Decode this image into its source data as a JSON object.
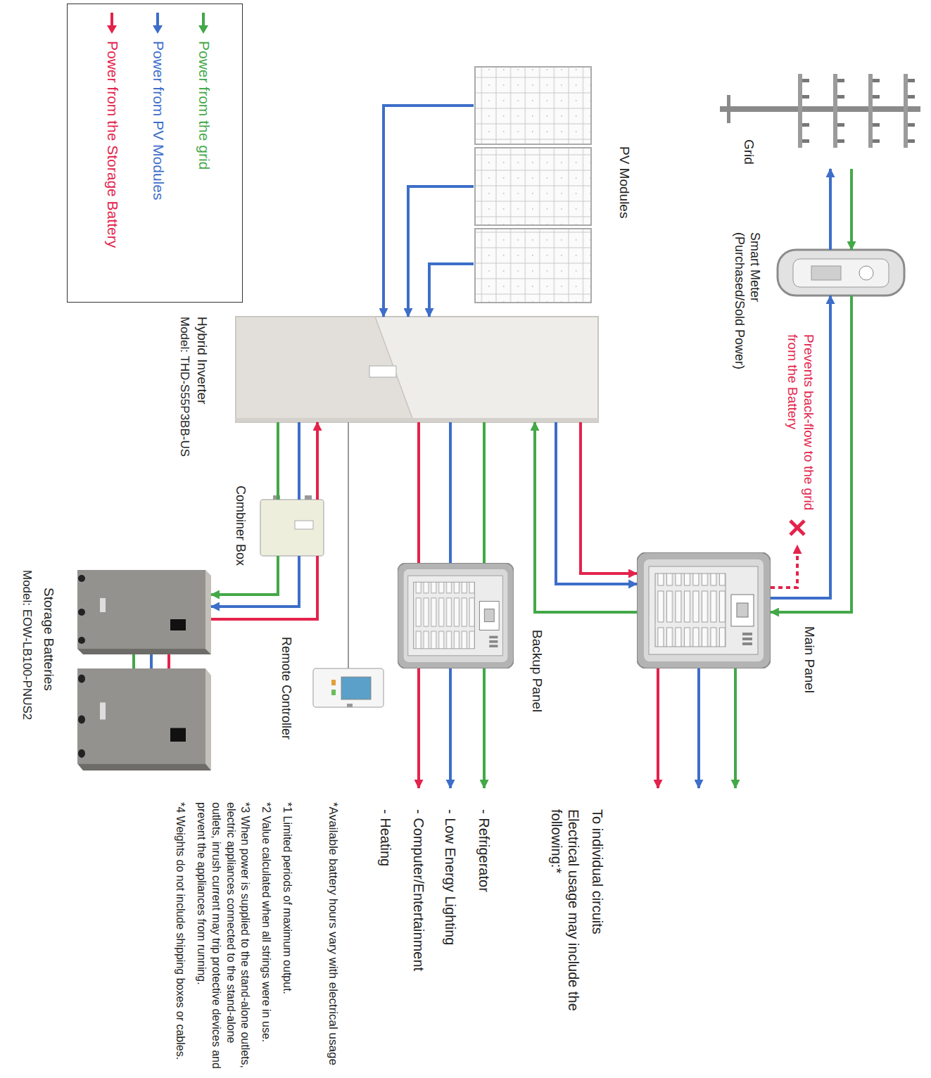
{
  "diagram": {
    "nodes": [
      {
        "text": [
          "Grid"
        ]
      },
      {
        "text": [
          "Smart Meter (Purchased/Sold Power)"
        ]
      },
      {
        "text": [
          "Main Panel"
        ]
      },
      {
        "text": [
          "PV Modules"
        ]
      },
      {
        "text": [
          "Hybrid Inverter",
          "Model: THD-S55P3BB-US"
        ]
      },
      {
        "text": [
          "Backup Panel"
        ]
      },
      {
        "text": [
          "Remote Controller"
        ]
      },
      {
        "text": [
          "Combiner Box"
        ]
      },
      {
        "text": [
          "Storage Batteries",
          "Model: EOW-LB100-PNUS2"
        ]
      }
    ],
    "edges": [
      {
        "from": 0,
        "to": 1,
        "arrow": "to"
      },
      {
        "from": 1,
        "to": 0,
        "arrow": "to"
      },
      {
        "from": 1,
        "to": 2,
        "arrow": "to"
      },
      {
        "from": 2,
        "to": 1,
        "arrow": "to"
      },
      {
        "from": 3,
        "to": 4,
        "arrow": "to"
      },
      {
        "from": 3,
        "to": 4,
        "arrow": "to"
      },
      {
        "from": 3,
        "to": 4,
        "arrow": "to"
      },
      {
        "from": 4,
        "to": 2,
        "arrow": "to"
      },
      {
        "from": 4,
        "to": 2,
        "arrow": "to"
      },
      {
        "from": 2,
        "to": 4,
        "arrow": "to"
      },
      {
        "from": 4,
        "to": 5,
        "arrow": "none"
      },
      {
        "from": 4,
        "to": 5,
        "arrow": "none"
      },
      {
        "from": 4,
        "to": 5,
        "arrow": "none"
      },
      {
        "from": 4,
        "to": 6,
        "arrow": "none"
      },
      {
        "from": 7,
        "to": 4,
        "arrow": "to"
      },
      {
        "from": 4,
        "to": 7,
        "arrow": "none"
      },
      {
        "from": 4,
        "to": 7,
        "arrow": "none"
      },
      {
        "from": 7,
        "to": 8,
        "arrow": "to"
      },
      {
        "from": 7,
        "to": 8,
        "arrow": "to"
      },
      {
        "from": 8,
        "to": 7,
        "arrow": "none"
      }
    ],
    "labels": [
      "Prevents back-flow to the grid from the Battery",
      "To individual circuits",
      "Electrical usage may include the following:*",
      "- Refrigerator",
      "- Low Energy Lighting",
      "- Computer/Entertainment",
      "- Heating",
      "*Available battery hours vary with electrical usage",
      "*1 Limited periods of maximum output.",
      "*2 Value calculated when all strings were in use.",
      "*3 When power is supplied to the stand-alone outlets, electric appliances connected to the stand-alone outlets, inrush current may trip protective devices and prevent the appliances from running.",
      "*4 Weights do not include shipping boxes or cables."
    ],
    "legend": [
      {
        "text": "Power from the grid",
        "color": "#43a848"
      },
      {
        "text": "Power from PV Modules",
        "color": "#3d6ec9"
      },
      {
        "text": "Power from the Storage Battery",
        "color": "#e3234b"
      }
    ]
  }
}
